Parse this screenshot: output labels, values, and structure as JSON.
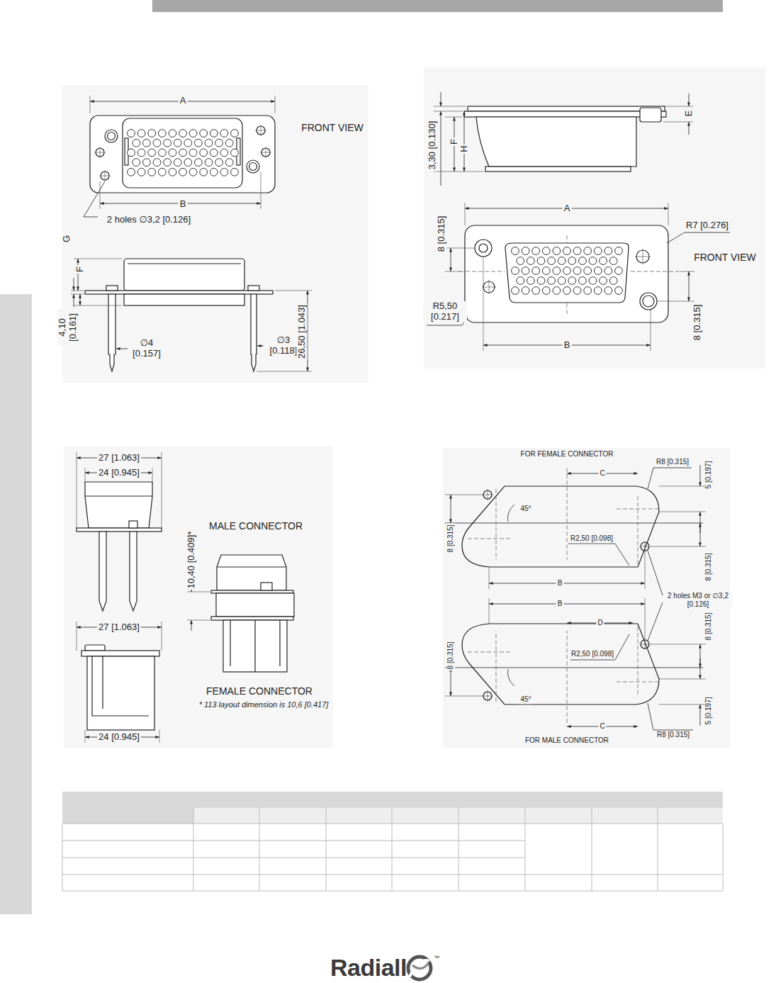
{
  "diagram": {
    "labels": [
      "A",
      "FRONT VIEW",
      "B",
      "2 holes ∅3,2 [0.126]",
      "G",
      "F",
      "4,10 [0.161]",
      "∅4 [0.157]",
      "∅3 [0.118]",
      "26,50 [1.043]",
      "3,30 [0.130]",
      "F",
      "H",
      "E",
      "A",
      "8 [0.315]",
      "R7 [0.276]",
      "FRONT VIEW",
      "R5,50 [0.217]",
      "B",
      "8 [0.315]",
      "27 [1.063]",
      "24 [0.945]",
      "MALE CONNECTOR",
      "10,40 [0.409]*",
      "27 [1.063]",
      "FEMALE CONNECTOR",
      "* 113 layout dimension is 10,6 [0.417]",
      "24 [0.945]",
      "FOR FEMALE CONNECTOR",
      "C",
      "R8 [0.315]",
      "5 [0.197]",
      "45°",
      "8 [0.315]",
      "R2,50 [0.098]",
      "8 [0.315]",
      "B",
      "2 holes M3 or ∅3,2 [0.126]",
      "B",
      "D",
      "8 [0.315]",
      "8 [0.315]",
      "R2,50 [0.098]",
      "45°",
      "5 [0.197]",
      "C",
      "R8 [0.315]",
      "FOR MALE CONNECTOR",
      "Radiall",
      "™"
    ]
  }
}
